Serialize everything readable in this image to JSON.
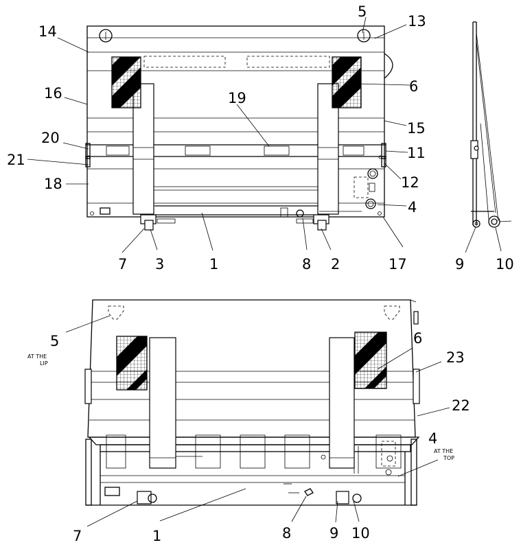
{
  "labels": {
    "n1": "1",
    "n2": "2",
    "n3": "3",
    "n4": "4",
    "n5": "5",
    "n6": "6",
    "n7": "7",
    "n8": "8",
    "n9": "9",
    "n10": "10",
    "n11": "11",
    "n12": "12",
    "n13": "13",
    "n14": "14",
    "n15": "15",
    "n16": "16",
    "n17": "17",
    "n18": "18",
    "n19": "19",
    "n20": "20",
    "n21": "21",
    "n22": "22",
    "n23": "23"
  },
  "notes": {
    "at_the_lip": [
      "AT THE",
      "LIP"
    ],
    "at_the_top": [
      "AT THE",
      "TOP"
    ]
  }
}
